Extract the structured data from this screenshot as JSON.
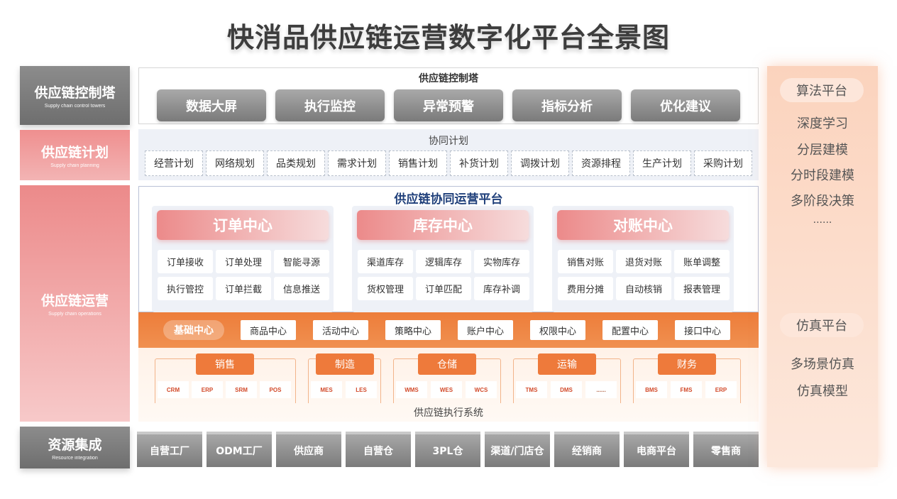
{
  "title": "快消品供应链运营数字化平台全景图",
  "left_labels": {
    "tower": {
      "cn": "供应链控制塔",
      "en": "Supply chain control towers"
    },
    "plan": {
      "cn": "供应链计划",
      "en": "Supply chain planning"
    },
    "ops": {
      "cn": "供应链运营",
      "en": "Supply chain operations"
    },
    "resource": {
      "cn": "资源集成",
      "en": "Resource integration"
    }
  },
  "tower": {
    "title": "供应链控制塔",
    "items": [
      "数据大屏",
      "执行监控",
      "异常预警",
      "指标分析",
      "优化建议"
    ]
  },
  "plan": {
    "title": "协同计划",
    "items": [
      "经营计划",
      "网络规划",
      "品类规划",
      "需求计划",
      "销售计划",
      "补货计划",
      "调拨计划",
      "资源排程",
      "生产计划",
      "采购计划"
    ]
  },
  "ops": {
    "title": "供应链协同运营平台",
    "centers": [
      {
        "name": "订单中心",
        "items": [
          "订单接收",
          "订单处理",
          "智能寻源",
          "执行管控",
          "订单拦截",
          "信息推送"
        ]
      },
      {
        "name": "库存中心",
        "items": [
          "渠道库存",
          "逻辑库存",
          "实物库存",
          "货权管理",
          "订单匹配",
          "库存补调"
        ]
      },
      {
        "name": "对账中心",
        "items": [
          "销售对账",
          "退货对账",
          "账单调整",
          "费用分摊",
          "自动核销",
          "报表管理"
        ]
      }
    ]
  },
  "base": {
    "label": "基础中心",
    "items": [
      "商品中心",
      "活动中心",
      "策略中心",
      "账户中心",
      "权限中心",
      "配置中心",
      "接口中心"
    ]
  },
  "exec": {
    "title": "供应链执行系统",
    "groups": [
      {
        "name": "销售",
        "items": [
          "CRM",
          "ERP",
          "SRM",
          "POS"
        ]
      },
      {
        "name": "制造",
        "items": [
          "MES",
          "LES"
        ]
      },
      {
        "name": "仓储",
        "items": [
          "WMS",
          "WES",
          "WCS"
        ]
      },
      {
        "name": "运输",
        "items": [
          "TMS",
          "DMS",
          "......"
        ]
      },
      {
        "name": "财务",
        "items": [
          "BMS",
          "FMS",
          "ERP"
        ]
      }
    ]
  },
  "resources": [
    "自营工厂",
    "ODM工厂",
    "供应商",
    "自营仓",
    "3PL仓",
    "渠道/门店仓",
    "经销商",
    "电商平台",
    "零售商"
  ],
  "right": {
    "algo": {
      "title": "算法平台",
      "items": [
        "深度学习",
        "分层建模",
        "分时段建模",
        "多阶段决策",
        "......"
      ]
    },
    "sim": {
      "title": "仿真平台",
      "items": [
        "多场景仿真",
        "仿真模型"
      ]
    }
  }
}
